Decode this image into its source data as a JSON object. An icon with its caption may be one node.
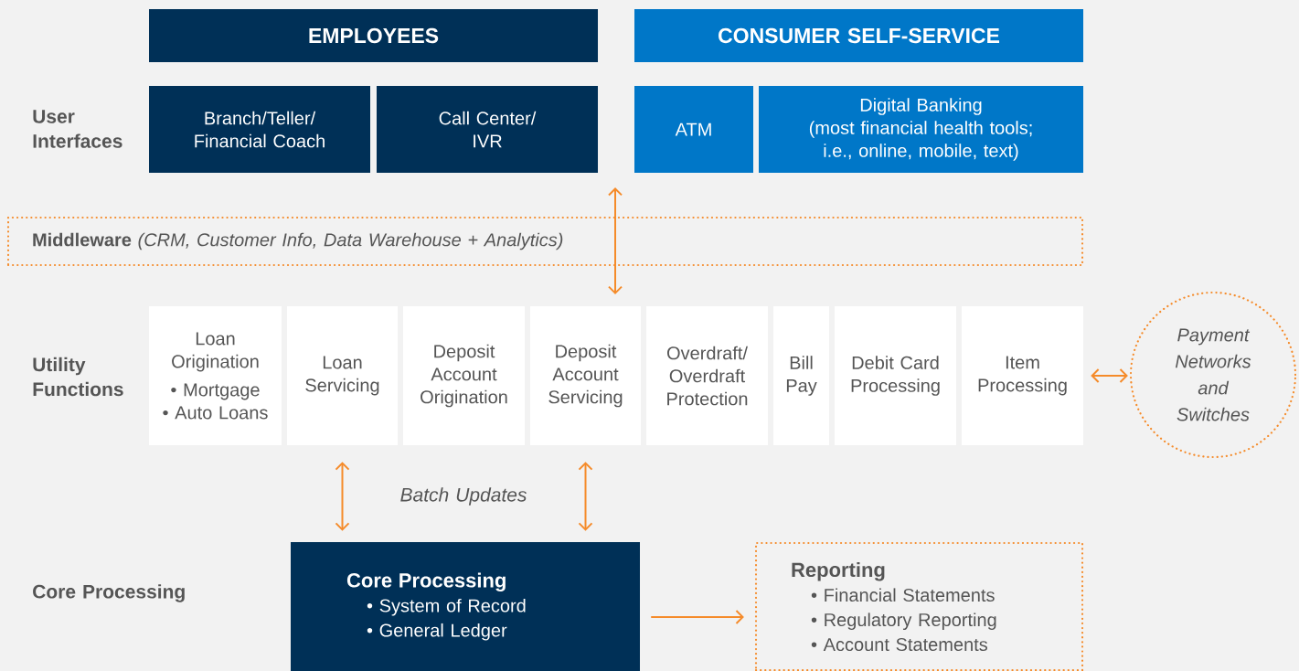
{
  "diagram": {
    "nodes": [
      {
        "text": [
          "EMPLOYEES"
        ]
      },
      {
        "text": [
          "CONSUMER SELF-SERVICE"
        ]
      },
      {
        "text": [
          "Branch/Teller/ Financial Coach"
        ]
      },
      {
        "text": [
          "Call Center/ IVR"
        ]
      },
      {
        "text": [
          "ATM"
        ]
      },
      {
        "text": [
          "Digital Banking",
          "(most financial health tools; i.e., online, mobile, text)"
        ]
      },
      {
        "text": [
          "**Middleware** *(CRM, Customer Info, Data Warehouse + Analytics)*"
        ]
      },
      {
        "text": [
          "Loan Origination",
          "• Mortgage",
          "• Auto Loans"
        ]
      },
      {
        "text": [
          "Loan Servicing"
        ]
      },
      {
        "text": [
          "Deposit Account Origination"
        ]
      },
      {
        "text": [
          "Deposit Account Servicing"
        ]
      },
      {
        "text": [
          "Overdraft/ Overdraft Protection"
        ]
      },
      {
        "text": [
          "Bill Pay"
        ]
      },
      {
        "text": [
          "Debit Card Processing"
        ]
      },
      {
        "text": [
          "Item Processing"
        ]
      },
      {
        "text": [
          "Payment Networks and Switches"
        ]
      },
      {
        "text": [
          "Core Processing",
          "• System of Record",
          "• General Ledger"
        ]
      },
      {
        "text": [
          "Reporting",
          "• Financial Statements",
          "• Regulatory Reporting",
          "• Account Statements"
        ]
      }
    ],
    "edges": [
      {
        "from": null,
        "to": 10,
        "arrow": "both"
      },
      {
        "from": 8,
        "to": 16,
        "arrow": "both"
      },
      {
        "from": 10,
        "to": 16,
        "arrow": "both"
      },
      {
        "from": 14,
        "to": 15,
        "arrow": "both"
      },
      {
        "from": 16,
        "to": 17,
        "arrow": "to"
      }
    ],
    "labels": [
      "User Interfaces",
      "Utility Functions",
      "Core Processing",
      "Batch Updates"
    ]
  }
}
